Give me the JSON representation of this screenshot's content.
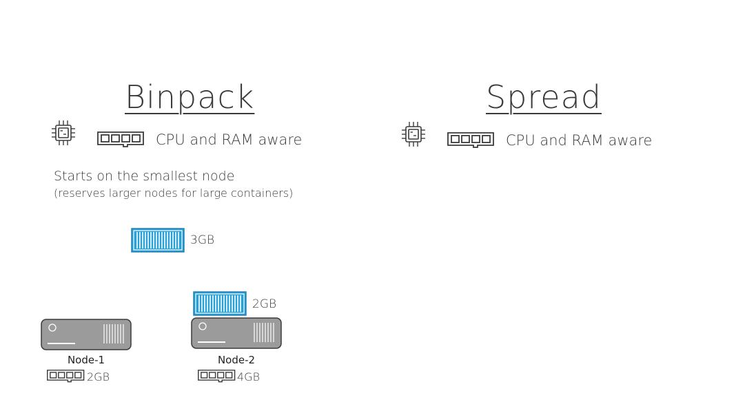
{
  "binpack": {
    "title": "Binpack",
    "aware_text": "CPU and RAM aware",
    "description": "Starts on the smallest node",
    "description_note": "(reserves larger nodes for large containers)",
    "pending_container": {
      "size": "3GB"
    },
    "nodes": [
      {
        "name": "Node-1",
        "memory": "2GB",
        "containers": []
      },
      {
        "name": "Node-2",
        "memory": "4GB",
        "containers": [
          {
            "size": "2GB"
          }
        ]
      }
    ]
  },
  "spread": {
    "title": "Spread",
    "aware_text": "CPU and RAM aware"
  },
  "colors": {
    "container": "#2a9fd6",
    "server_body": "#9b9b9b",
    "outline": "#3a3a3a"
  },
  "icons": [
    "cpu-chip-icon",
    "ram-module-icon",
    "shipping-container-icon",
    "server-node-icon"
  ]
}
